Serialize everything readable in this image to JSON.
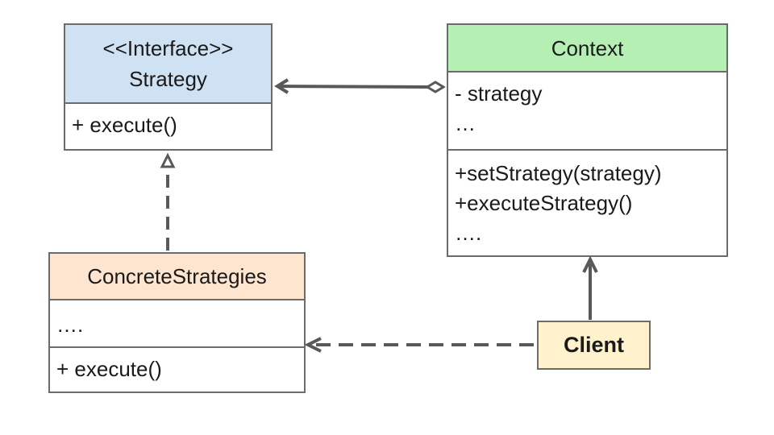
{
  "diagram": {
    "strategy": {
      "stereotype": "<<Interface>>",
      "name": "Strategy",
      "color": "#cfe2f3",
      "operations": [
        "+ execute()"
      ]
    },
    "context": {
      "name": "Context",
      "color": "#b6efb4",
      "attributes": [
        "- strategy",
        "…"
      ],
      "operations": [
        "+setStrategy(strategy)",
        "+executeStrategy()",
        "…."
      ]
    },
    "concrete": {
      "name": "ConcreteStrategies",
      "color": "#fde5cf",
      "attributes": [
        "…."
      ],
      "operations": [
        "+ execute()"
      ]
    },
    "client": {
      "name": "Client",
      "color": "#fff2cc"
    },
    "line_color": "#595959"
  }
}
